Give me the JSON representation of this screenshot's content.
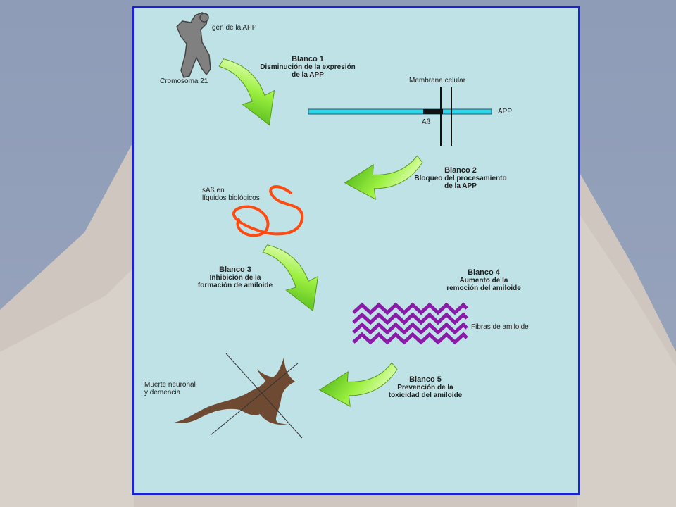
{
  "gene_label": "gen de la APP",
  "chromosome_label": "Cromosoma 21",
  "membrane_label": "Membrana celular",
  "app_label": "APP",
  "abeta_label": "Aß",
  "sab_label": [
    "sAß en",
    "líquidos biológicos"
  ],
  "fibrils_label": "Fibras de amiloide",
  "death_label": [
    "Muerte neuronal",
    "y demencia"
  ],
  "targets": [
    {
      "title": "Blanco 1",
      "lines": [
        "Disminución de la expresión",
        "de la APP"
      ]
    },
    {
      "title": "Blanco 2",
      "lines": [
        "Bloqueo del procesamiento",
        "de la APP"
      ]
    },
    {
      "title": "Blanco 3",
      "lines": [
        "Inhibición de la",
        "formación de amiloide"
      ]
    },
    {
      "title": "Blanco 4",
      "lines": [
        "Aumento de la",
        "remoción del amiloide"
      ]
    },
    {
      "title": "Blanco 5",
      "lines": [
        "Prevención de la",
        "toxicidad del amiloide"
      ]
    }
  ],
  "colors": {
    "arrow": "#8ee83a",
    "app_bar": "#2cd6e8",
    "amyloid_strand": "#ff4a10",
    "fibrils": "#8a1aa8",
    "neuron": "#6e4a32",
    "chromosome": "#7a7a7a",
    "frame": "#1a22d8"
  }
}
